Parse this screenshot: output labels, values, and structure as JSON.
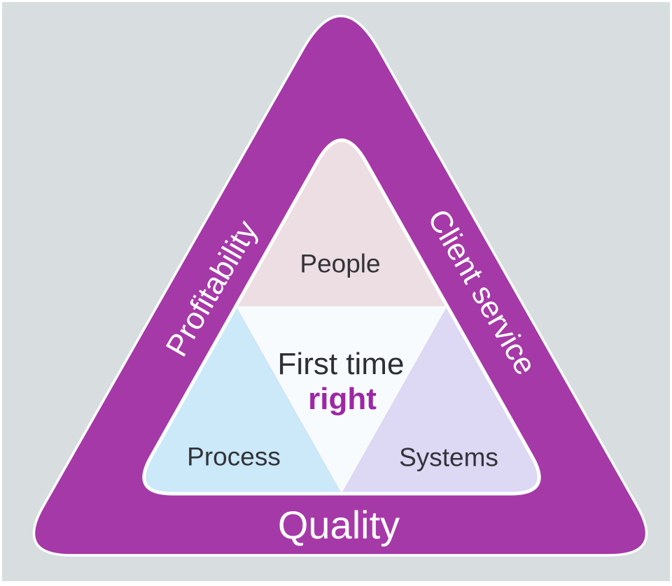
{
  "diagram": {
    "title_concept": "First time right triangle",
    "outer_labels": {
      "left_edge": "Profitability",
      "right_edge": "Client service",
      "bottom_edge": "Quality"
    },
    "inner_labels": {
      "top": "People",
      "bottom_left": "Process",
      "bottom_right": "Systems"
    },
    "center": {
      "line1": "First time",
      "line2": "right"
    },
    "colors": {
      "page_border": "#ffffff",
      "background": "#d8dee0",
      "outer_triangle": "#a639a8",
      "outline": "#ffffff",
      "people_region": "#ecdee2",
      "process_region": "#cbe9f8",
      "systems_region": "#ddd8f4",
      "center_region": "#f7fbfe",
      "dark_text": "#333339",
      "light_text": "#ffffff",
      "accent_text": "#9d27a4"
    }
  }
}
